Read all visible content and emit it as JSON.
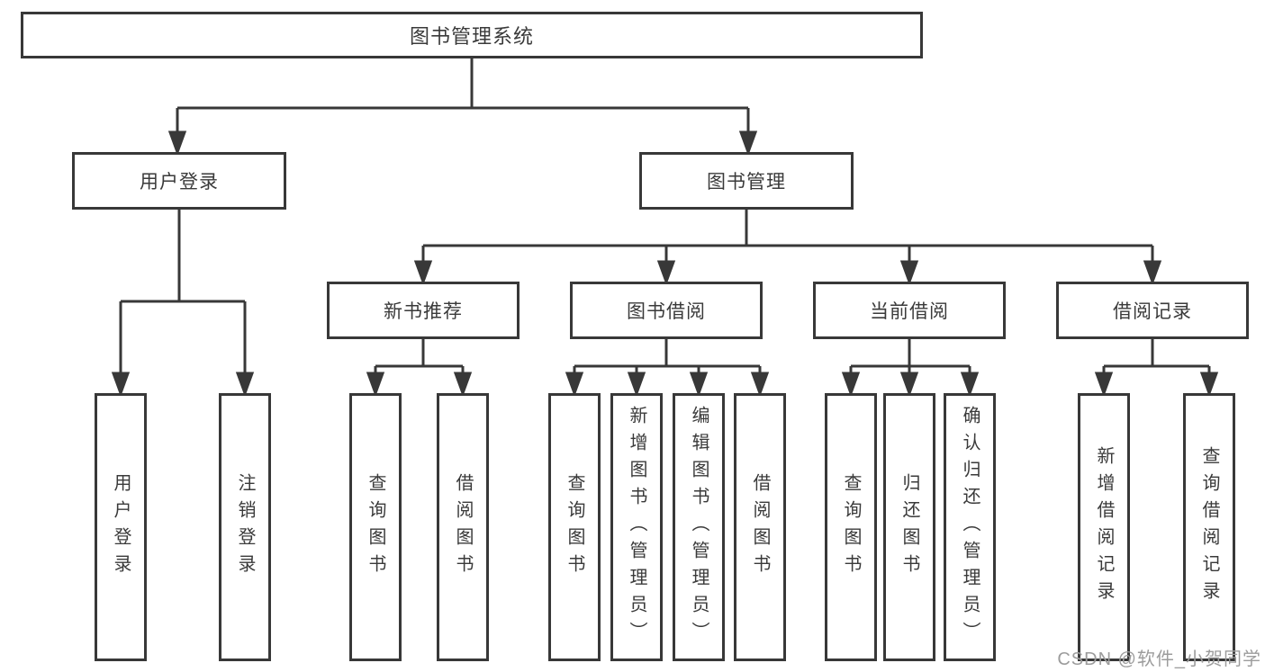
{
  "diagram_title": "图书管理系统",
  "nodes": {
    "root": {
      "label": "图书管理系统"
    },
    "level2": [
      {
        "id": "user-login",
        "label": "用户登录",
        "parent": "图书管理系统"
      },
      {
        "id": "book-management",
        "label": "图书管理",
        "parent": "图书管理系统"
      }
    ],
    "level3": [
      {
        "id": "new-book-recommend",
        "label": "新书推荐",
        "parent": "图书管理"
      },
      {
        "id": "book-borrow",
        "label": "图书借阅",
        "parent": "图书管理"
      },
      {
        "id": "current-borrow",
        "label": "当前借阅",
        "parent": "图书管理"
      },
      {
        "id": "borrow-records",
        "label": "借阅记录",
        "parent": "图书管理"
      }
    ],
    "leaves": [
      {
        "label": "用户登录",
        "parent": "用户登录"
      },
      {
        "label": "注销登录",
        "parent": "用户登录"
      },
      {
        "label": "查询图书",
        "parent": "新书推荐"
      },
      {
        "label": "借阅图书",
        "parent": "新书推荐"
      },
      {
        "label": "查询图书",
        "parent": "图书借阅"
      },
      {
        "label": "新增图书（管理员）",
        "parent": "图书借阅"
      },
      {
        "label": "编辑图书（管理员）",
        "parent": "图书借阅"
      },
      {
        "label": "借阅图书",
        "parent": "图书借阅"
      },
      {
        "label": "查询图书",
        "parent": "当前借阅"
      },
      {
        "label": "归还图书",
        "parent": "当前借阅"
      },
      {
        "label": "确认归还（管理员）",
        "parent": "当前借阅"
      },
      {
        "label": "新增借阅记录",
        "parent": "借阅记录"
      },
      {
        "label": "查询借阅记录",
        "parent": "借阅记录"
      }
    ]
  },
  "watermark": "CSDN @软件_小贺同学",
  "colors": {
    "line": "#383838",
    "border": "#383838",
    "text": "#3a3a3a",
    "watermark": "#9c9c9c",
    "background": "#ffffff"
  }
}
